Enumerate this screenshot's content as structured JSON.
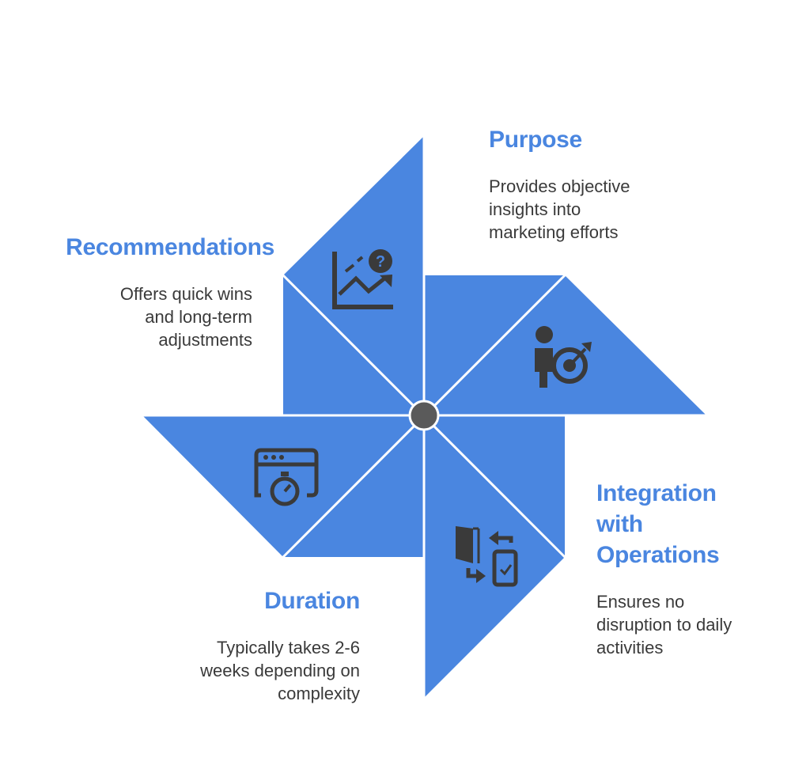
{
  "colors": {
    "blade": "#4a86e0",
    "divider": "#ffffff",
    "hub": "#5a5a5a",
    "icon": "#3a3a3a",
    "title": "#4a86e0",
    "text": "#3a3a3a"
  },
  "sections": {
    "purpose": {
      "title": "Purpose",
      "desc": [
        "Provides objective",
        "insights into",
        "marketing efforts"
      ],
      "icon": "target-person-icon"
    },
    "recommendations": {
      "title": "Recommendations",
      "desc": [
        "Offers quick wins",
        "and long-term",
        "adjustments"
      ],
      "icon": "chart-question-icon"
    },
    "integration": {
      "title": [
        "Integration",
        "with",
        "Operations"
      ],
      "desc": [
        "Ensures no",
        "disruption to daily",
        "activities"
      ],
      "icon": "door-phone-exchange-icon"
    },
    "duration": {
      "title": "Duration",
      "desc": [
        "Typically takes 2-6",
        "weeks depending on",
        "complexity"
      ],
      "icon": "browser-stopwatch-icon"
    }
  }
}
